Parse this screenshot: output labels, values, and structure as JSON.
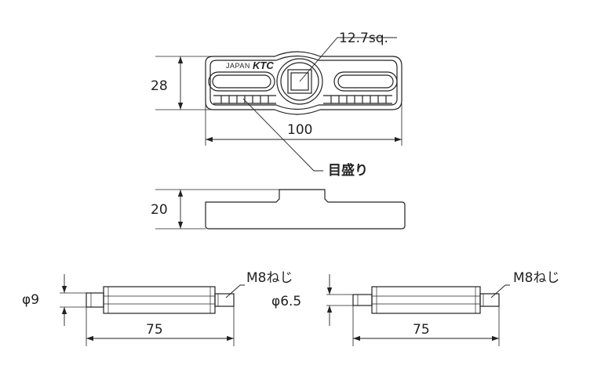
{
  "top_view": {
    "height_dim": "28",
    "width_dim": "100",
    "square_label": "12.7sq.",
    "scale_label": "目盛り",
    "logo_japan": "JAPAN",
    "logo_brand": "KTC"
  },
  "side_view": {
    "height_dim": "20"
  },
  "pin_left": {
    "diameter_label": "φ9",
    "thread_label": "M8ねじ",
    "length_dim": "75"
  },
  "pin_right": {
    "diameter_label": "φ6.5",
    "thread_label": "M8ねじ",
    "length_dim": "75"
  }
}
